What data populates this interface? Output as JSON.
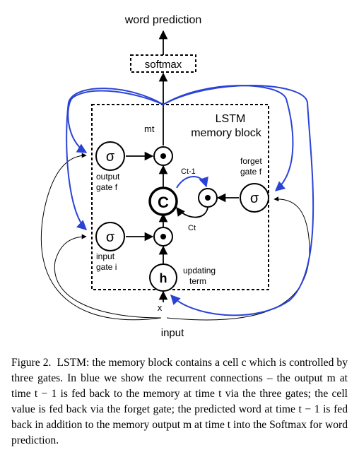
{
  "labels": {
    "word_prediction": "word prediction",
    "softmax": "softmax",
    "lstm": "LSTM",
    "memory_block": "memory block",
    "m_t": "mt",
    "c_t_minus_1": "Ct-1",
    "c_t": "Ct",
    "cell": "C",
    "sigma": "σ",
    "h": "h",
    "output_gate_line1": "output",
    "output_gate_line2": "gate f",
    "input_gate_line1": "input",
    "input_gate_line2": "gate i",
    "forget_gate_line1": "forget",
    "forget_gate_line2": "gate f",
    "updating_line1": "updating",
    "updating_line2": "term",
    "x": "x",
    "input": "input"
  },
  "caption": {
    "figure_label": "Figure 2.",
    "text": "LSTM: the memory block contains a cell c which is controlled by three gates. In blue we show the recurrent connections – the output m at time t − 1 is fed back to the memory at time t via the three gates; the cell value is fed back via the forget gate; the predicted word at time t − 1 is fed back in addition to the memory output m at time t into the Softmax for word prediction."
  },
  "colors": {
    "recurrent": "#2a43d6",
    "ink": "#000000"
  }
}
